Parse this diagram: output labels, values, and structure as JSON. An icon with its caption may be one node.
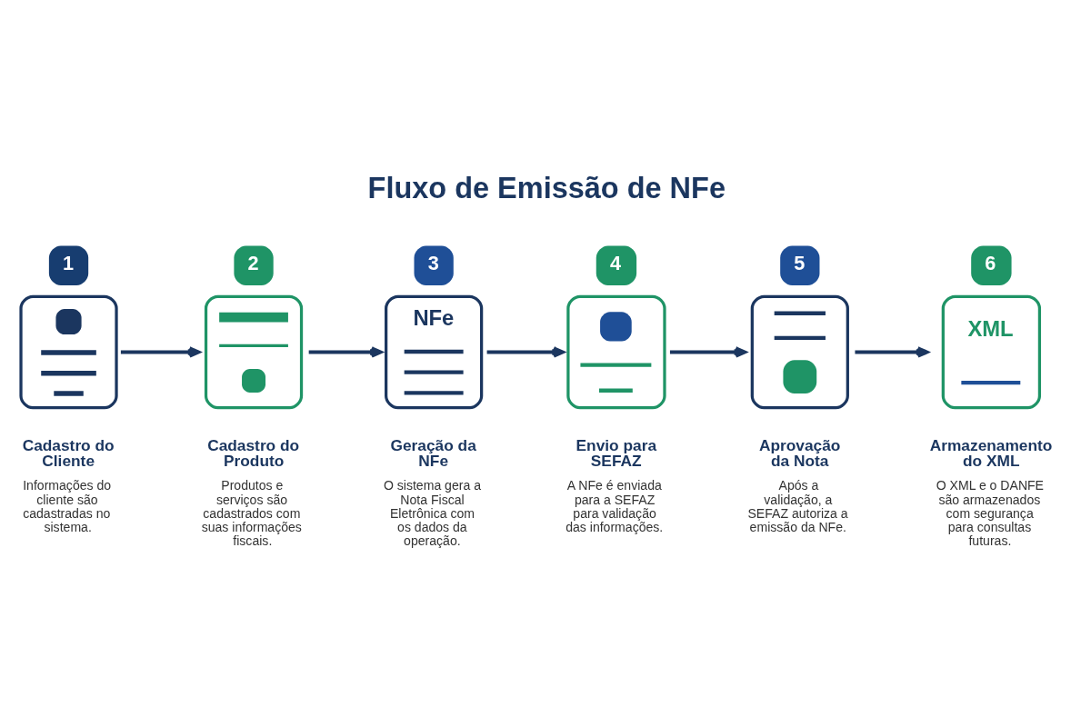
{
  "diagram": {
    "title": "Fluxo de Emissão de NFe",
    "nodes": [
      {
        "text": [],
        "shape": "picture",
        "beside": [
          "1",
          "Cadastro do Cliente",
          "Informações do cliente são cadastradas no sistema."
        ]
      },
      {
        "text": [],
        "shape": "picture",
        "beside": [
          "2",
          "Cadastro do Produto",
          "Produtos e serviços são cadastrados com suas informações fiscais."
        ]
      },
      {
        "text": [
          "NFe"
        ],
        "beside": [
          "3",
          "Geração da NFe",
          "O sistema gera a Nota Fiscal Eletrônica com os dados da operação."
        ]
      },
      {
        "text": [],
        "shape": "picture",
        "beside": [
          "4",
          "Envio para SEFAZ",
          "A NFe é enviada para a SEFAZ para validação das informações."
        ]
      },
      {
        "text": [],
        "shape": "picture",
        "beside": [
          "5",
          "Aprovação da Nota",
          "Após a validação, a SEFAZ autoriza a emissão da NFe."
        ]
      },
      {
        "text": [
          "XML"
        ],
        "beside": [
          "6",
          "Armazenamento do XML",
          "O XML e o DANFE são armazenados com segurança para consultas futuras."
        ]
      }
    ],
    "edges": [
      {
        "from": 0,
        "to": 1,
        "arrow": "to"
      },
      {
        "from": 1,
        "to": 2,
        "arrow": "to"
      },
      {
        "from": 2,
        "to": 3,
        "arrow": "to"
      },
      {
        "from": 3,
        "to": 4,
        "arrow": "to"
      },
      {
        "from": 4,
        "to": 5,
        "arrow": "to"
      }
    ]
  }
}
